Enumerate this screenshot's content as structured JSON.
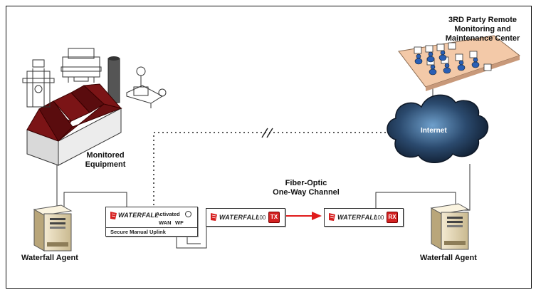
{
  "labels": {
    "remote_center": [
      "3RD Party Remote",
      "Monitoring and",
      "Maintenance Center"
    ],
    "monitored_equipment": [
      "Monitored",
      "Equipment"
    ],
    "internet": "Internet",
    "fiber_channel": [
      "Fiber-Optic",
      "One-Way Channel"
    ],
    "agent_left": "Waterfall Agent",
    "agent_right": "Waterfall Agent"
  },
  "devices": {
    "uplink": {
      "brand": "WATERFALL",
      "status_activated": "Activated",
      "status_wan": "WAN",
      "status_wf": "WF",
      "caption": "Secure Manual Uplink"
    },
    "tx": {
      "brand": "WATERFALL",
      "model": "100",
      "badge": "TX"
    },
    "rx": {
      "brand": "WATERFALL",
      "model": "100",
      "badge": "RX"
    }
  },
  "colors": {
    "roof": "#7b1416",
    "building": "#e6e6e6",
    "cloud": "#1f3550",
    "arrow": "#e01b1b",
    "badge": "#d32222",
    "desk": "#f3c9a8"
  }
}
